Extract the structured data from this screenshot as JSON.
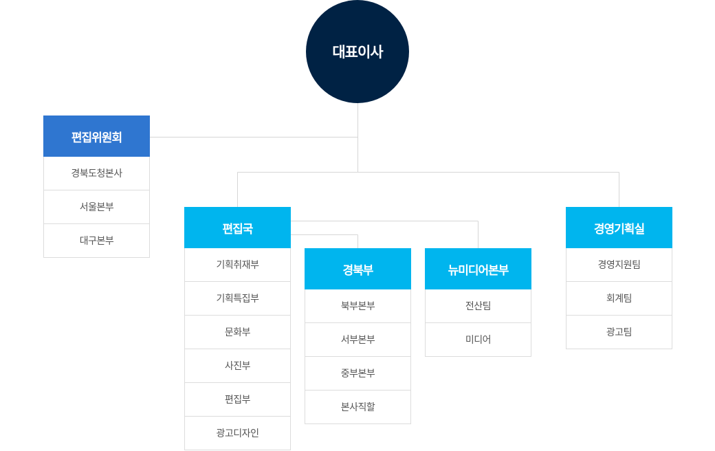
{
  "ceo": {
    "label": "대표이사"
  },
  "committee": {
    "title": "편집위원회",
    "items": [
      "경북도청본사",
      "서울본부",
      "대구본부"
    ]
  },
  "editorial": {
    "title": "편집국",
    "items": [
      "기획취재부",
      "기획특집부",
      "문화부",
      "사진부",
      "편집부",
      "광고디자인"
    ]
  },
  "gyeongbuk": {
    "title": "경북부",
    "items": [
      "북부본부",
      "서부본부",
      "중부본부",
      "본사직할"
    ]
  },
  "newmedia": {
    "title": "뉴미디어본부",
    "items": [
      "전산팀",
      "미디어"
    ]
  },
  "management": {
    "title": "경영기획실",
    "items": [
      "경영지원팀",
      "회계팀",
      "광고팀"
    ]
  },
  "colors": {
    "ceo": "#002244",
    "committee": "#2f76d0",
    "dept": "#00b5ee",
    "line": "#d6d6d6"
  }
}
